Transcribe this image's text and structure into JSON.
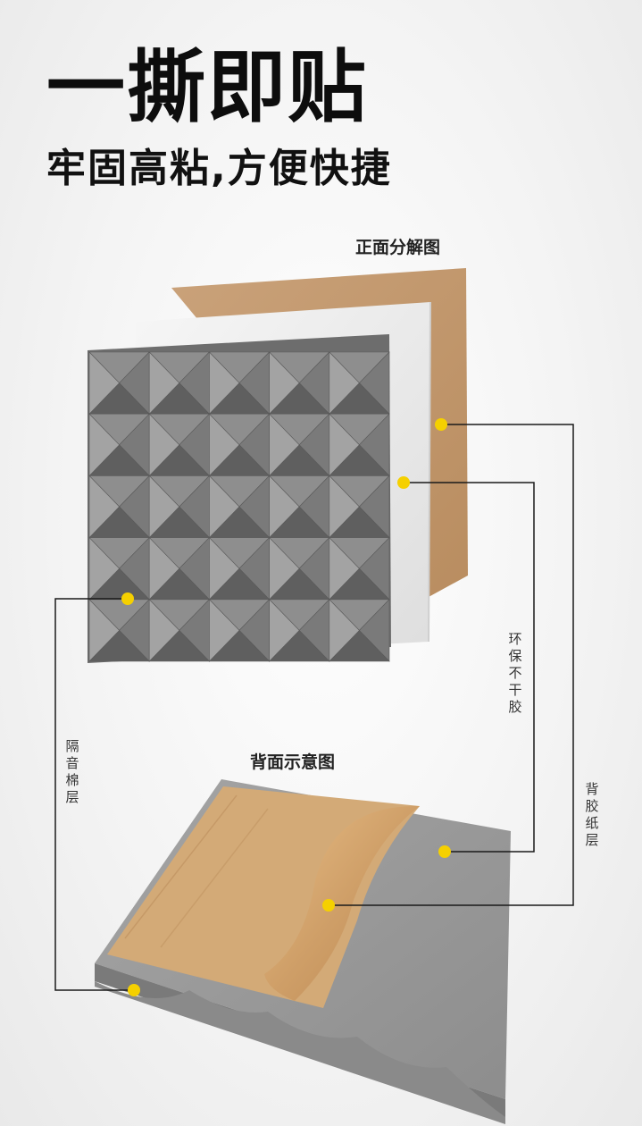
{
  "headline": "一撕即贴",
  "subline": "牢固高粘,方便快捷",
  "front_view_title": "正面分解图",
  "back_view_title": "背面示意图",
  "callouts": {
    "foam_layer": "隔音棉层",
    "adhesive_layer": "环保不干胶",
    "backing_paper_layer": "背胶纸层"
  },
  "colors": {
    "marker": "#f5d000",
    "foam": "#7f7f7f",
    "kraft_paper": "#c49a6c",
    "adhesive_sheet": "#ececec",
    "leader_line": "#1a1a1a"
  }
}
